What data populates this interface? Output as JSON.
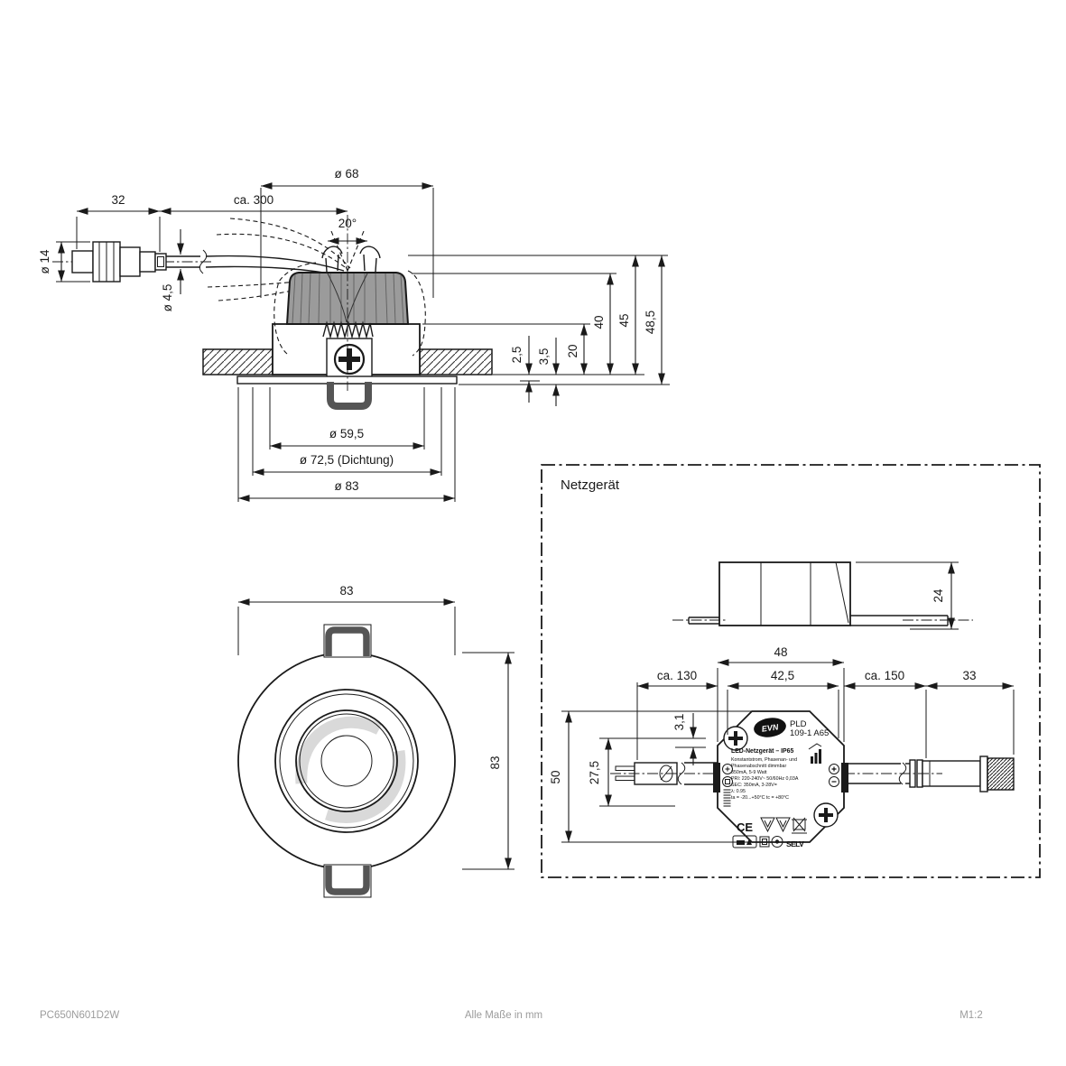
{
  "colors": {
    "line": "#1a1a1a",
    "heatsink": "#9b9b9b",
    "clip": "#555555",
    "watermark": "#d9d9d9",
    "footer_text": "#9c9c9c"
  },
  "cross_section": {
    "plug_length": "32",
    "cable_length": "ca. 300",
    "bezel_dia": "ø 68",
    "tilt_angle": "20°",
    "plug_dia": "ø 14",
    "cable_dia": "ø 4,5",
    "trim_gap": "2,5",
    "seal_gap": "3,5",
    "depth_housing": "20",
    "depth_heatsink": "40",
    "depth_total": "45",
    "height_overall": "48,5",
    "cutout_dia": "ø 59,5",
    "seal_dia": "ø 72,5 (Dichtung)",
    "trim_dia": "ø 83"
  },
  "front_view": {
    "width": "83",
    "height": "83"
  },
  "netzgeraet": {
    "title": "Netzgerät",
    "height_side": "24",
    "body_width": "48",
    "hole_spacing": "42,5",
    "input_cable_length": "ca. 130",
    "output_cable_length": "ca. 150",
    "connector_length": "33",
    "hole_offset": "3,1",
    "wire_height": "27,5",
    "body_height": "50",
    "label": {
      "brand": "EVN",
      "model_line1": "PLD",
      "model_line2": "109-1 A65",
      "title": "LED-Netzgerät  –  IP65",
      "line1": "Konstantstrom, Phasenan- und",
      "line2": "Phasenabschnitt dimmbar",
      "line3": "350mA, 5-9 Watt",
      "line4": "PRI: 220-240V~ 50/60Hz 0,03A",
      "line5": "SEC: 350mA, 3-28V=",
      "line6": "λ: 0.95",
      "line7": "ta = -20...+50°C  tc = +80°C",
      "ce_mark": "CE",
      "selv_mark": "SELV"
    }
  },
  "footer": {
    "left": "PC650N601D2W",
    "center": "Alle Maße in mm",
    "right": "M1:2"
  }
}
